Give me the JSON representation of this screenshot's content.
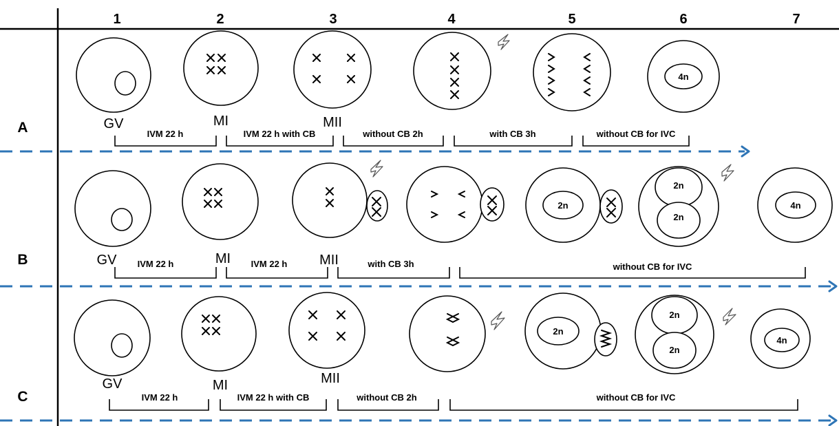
{
  "columns": [
    "1",
    "2",
    "3",
    "4",
    "5",
    "6",
    "7"
  ],
  "rows": [
    {
      "label": "A",
      "stages": [
        {
          "id": "GV",
          "label": "GV"
        },
        {
          "id": "MI",
          "label": "MI"
        },
        {
          "id": "MII",
          "label": "MII"
        }
      ],
      "cells": [
        {
          "content": ""
        },
        {
          "content": ""
        },
        {
          "content": ""
        },
        {
          "content": ""
        },
        {
          "content": ""
        },
        {
          "content": "4n"
        }
      ],
      "steps": [
        "IVM 22 h",
        "IVM 22 h with CB",
        "without CB 2h",
        "with CB 3h",
        "without CB for IVC"
      ]
    },
    {
      "label": "B",
      "stages": [
        {
          "id": "GV",
          "label": "GV"
        },
        {
          "id": "MI",
          "label": "MI"
        },
        {
          "id": "MII",
          "label": "MII"
        }
      ],
      "cells": [
        {
          "content": ""
        },
        {
          "content": ""
        },
        {
          "content": ""
        },
        {
          "content": ""
        },
        {
          "content": "2n"
        },
        {
          "content": "2n",
          "content2": "2n"
        },
        {
          "content": "4n"
        }
      ],
      "steps": [
        "IVM 22 h",
        "IVM 22 h",
        "with CB 3h",
        "without CB for IVC"
      ]
    },
    {
      "label": "C",
      "stages": [
        {
          "id": "GV",
          "label": "GV"
        },
        {
          "id": "MI",
          "label": "MI"
        },
        {
          "id": "MII",
          "label": "MII"
        }
      ],
      "cells": [
        {
          "content": ""
        },
        {
          "content": ""
        },
        {
          "content": ""
        },
        {
          "content": ""
        },
        {
          "content": "2n"
        },
        {
          "content": "2n",
          "content2": "2n"
        },
        {
          "content": "4n"
        }
      ],
      "steps": [
        "IVM 22 h",
        "IVM 22 h with CB",
        "without CB 2h",
        "without CB for IVC"
      ]
    }
  ],
  "icons": [
    "lightning-bolt-icon"
  ],
  "colors": {
    "arrow": "#2e75b6",
    "line": "#000000"
  }
}
